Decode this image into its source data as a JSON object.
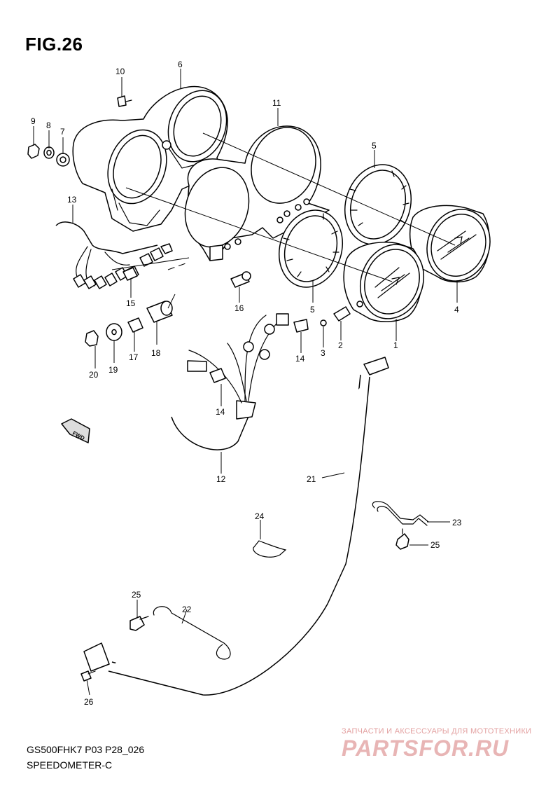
{
  "figure": {
    "title": "FIG.26",
    "model_code": "GS500FHK7 P03 P28_026",
    "diagram_name": "SPEEDOMETER-C"
  },
  "direction_marker": "FWD",
  "callouts": [
    "1",
    "2",
    "3",
    "4",
    "5",
    "5",
    "6",
    "7",
    "8",
    "9",
    "10",
    "11",
    "12",
    "13",
    "14",
    "14",
    "15",
    "16",
    "17",
    "18",
    "19",
    "20",
    "21",
    "22",
    "23",
    "24",
    "25",
    "25",
    "26"
  ],
  "watermark": {
    "tagline": "ЗАПЧАСТИ И АКСЕССУАРЫ ДЛЯ МОТОТЕХНИКИ",
    "brand": "PARTSFOR.RU"
  }
}
